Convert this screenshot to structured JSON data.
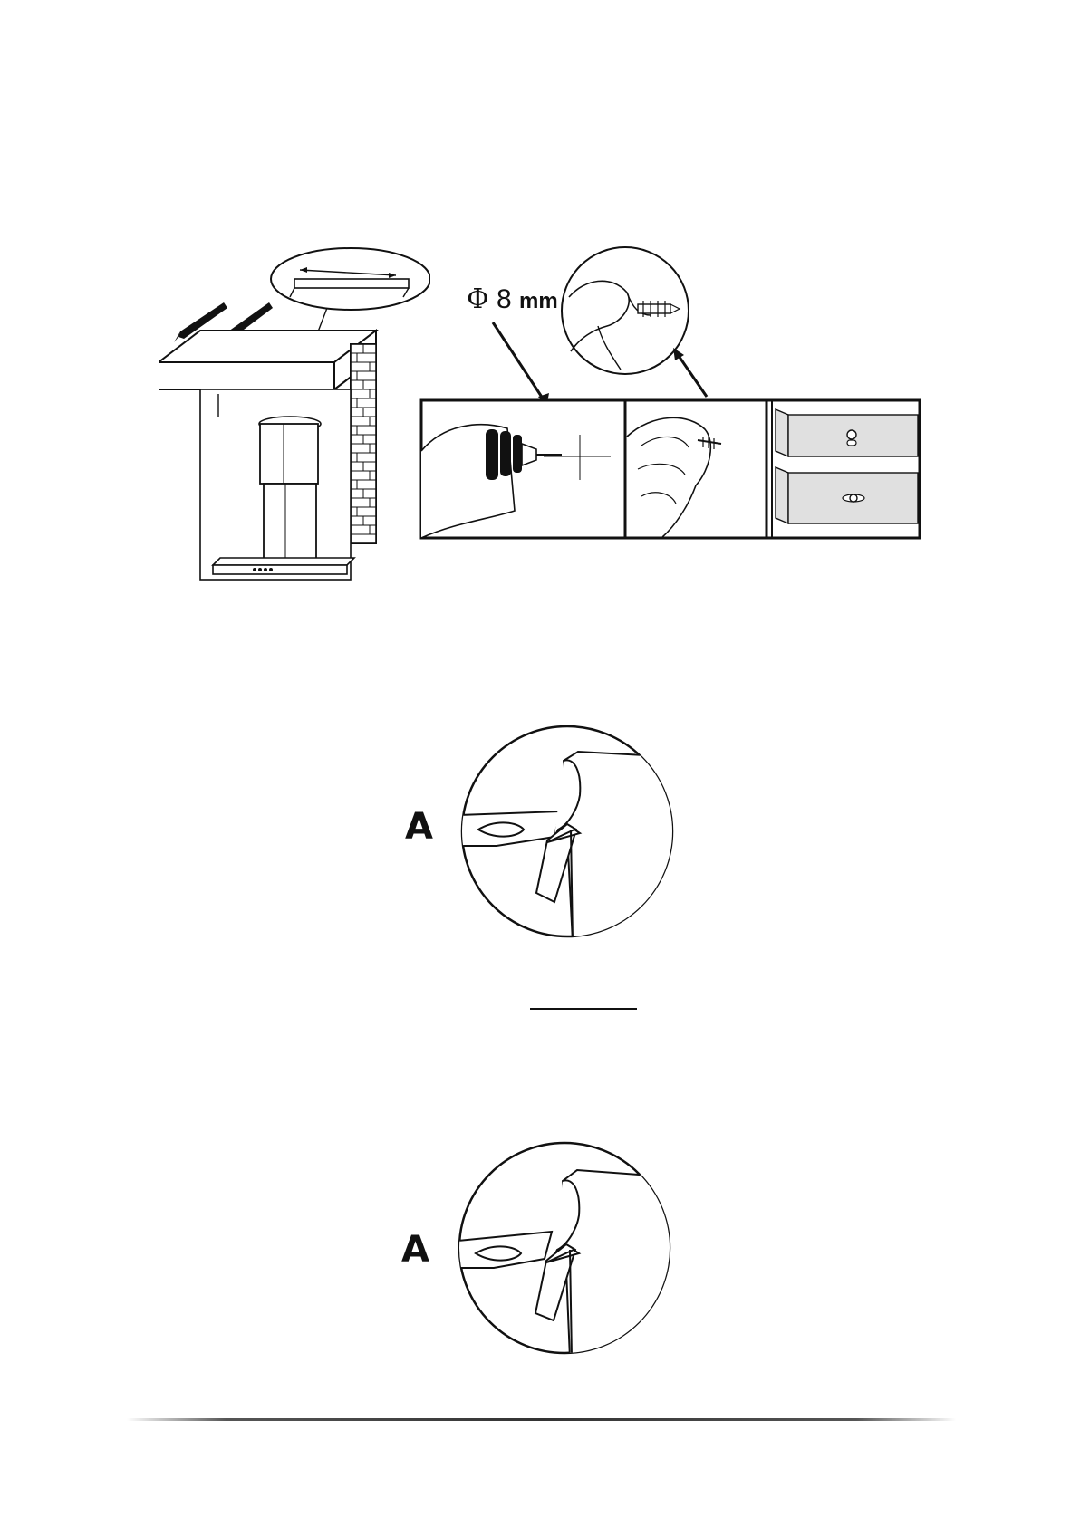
{
  "figure_top": {
    "drill_label": {
      "symbol": "Φ",
      "size": "8",
      "unit": "mm"
    }
  },
  "figure_middle": {
    "callout_letter": "A"
  },
  "figure_bottom": {
    "callout_letter": "A"
  },
  "footer": {
    "text": ""
  }
}
